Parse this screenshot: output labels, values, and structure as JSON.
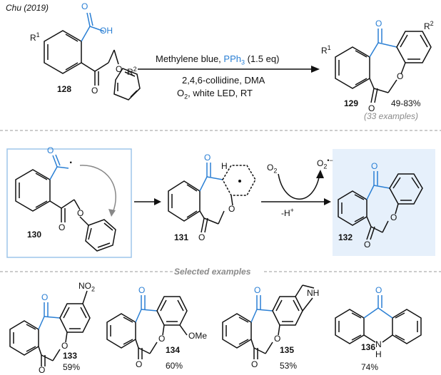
{
  "header": {
    "citation": "Chu (2019)"
  },
  "reaction": {
    "substrate_label": "128",
    "product_label": "129",
    "reagent_prefix": "Methylene blue, ",
    "reagent_blue": "PPh",
    "reagent_blue_sub": "3",
    "reagent_suffix": " (1.5 eq)",
    "conditions_line1": "2,4,6-collidine, DMA",
    "conditions_line2_pre": "O",
    "conditions_line2_sub": "2",
    "conditions_line2_post": ", white LED, RT",
    "yield_range": "49-83%",
    "examples_count": "(33 examples)",
    "r1_sub": "R1_left",
    "labels": {
      "R1": "R",
      "R1_sup": "1",
      "R2": "R",
      "R2_sup": "2",
      "OH": "OH",
      "O": "O"
    }
  },
  "mechanism": {
    "radical_label": "130",
    "intermediate_label": "131",
    "product_label": "132",
    "o2_left_pre": "O",
    "o2_left_sub": "2",
    "o2_right_pre": "O",
    "o2_right_sub": "2",
    "o2_right_sup": "•−",
    "proton_loss": "-H",
    "proton_sup": "+",
    "H": "H"
  },
  "section_title": "Selected examples",
  "examples": [
    {
      "label": "133",
      "yield": "59%",
      "substituent_pre": "NO",
      "substituent_sub": "2"
    },
    {
      "label": "134",
      "yield": "60%",
      "substituent": "OMe"
    },
    {
      "label": "135",
      "yield": "53%",
      "substituent": "NH"
    },
    {
      "label": "136",
      "yield": "74%",
      "substituent": "N",
      "substituent2": "H"
    }
  ],
  "colors": {
    "accent": "#2a7fd4",
    "box_fill": "#e6f0fb",
    "box_border": "#9ec5ea",
    "divider": "#999999",
    "note": "#8a8a8a"
  }
}
